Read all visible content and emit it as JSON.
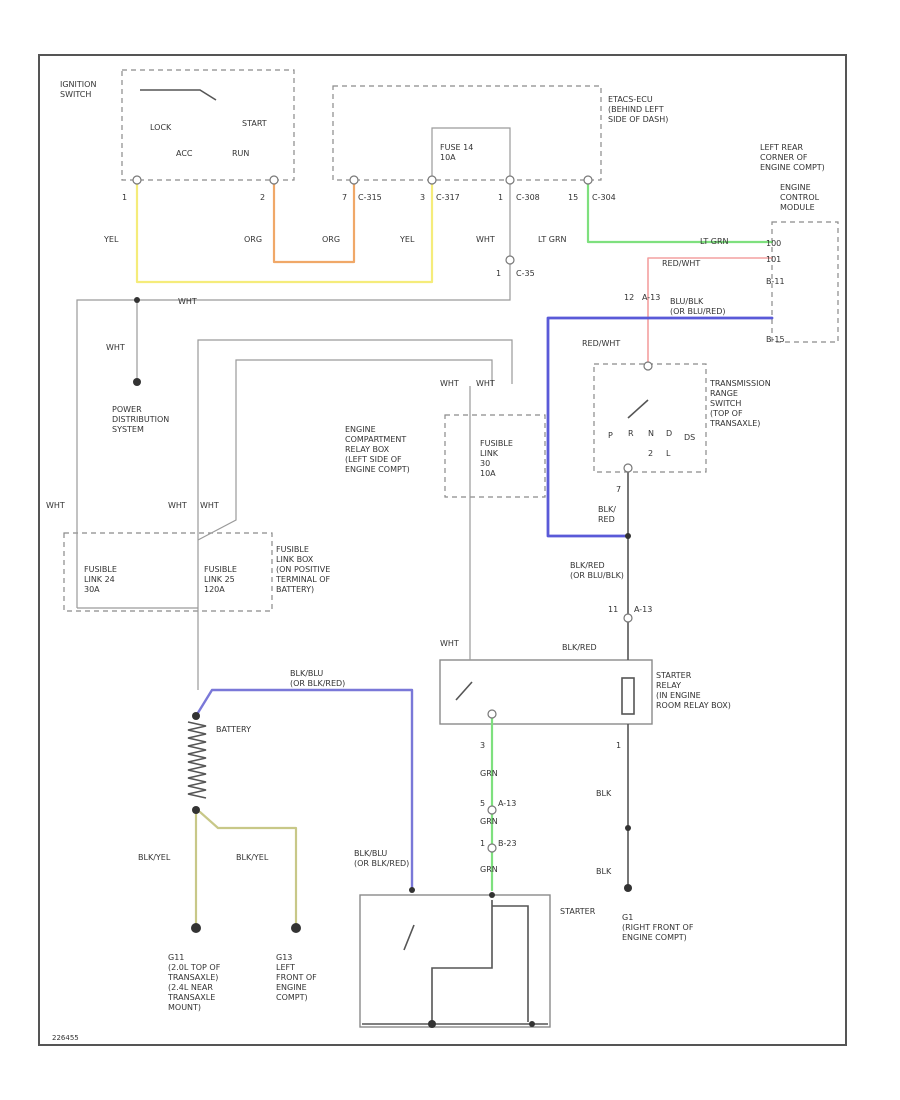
{
  "diagram": {
    "footer_code": "226455",
    "colors": {
      "yellow": "#f5ec7a",
      "orange": "#f0a868",
      "green": "#7ee07e",
      "red": "#f3a0a0",
      "blue": "#5a5ad8",
      "gray": "#a8a8a8",
      "olive": "#c8c888",
      "dark": "#555555"
    },
    "components": {
      "ignition_switch": [
        "IGNITION",
        "SWITCH"
      ],
      "ignition_positions": [
        "LOCK",
        "START",
        "ACC",
        "RUN"
      ],
      "etacs_ecu": [
        "ETACS-ECU",
        "(BEHIND LEFT",
        "SIDE OF DASH)"
      ],
      "fuse": [
        "FUSE 14",
        "10A"
      ],
      "ecm_location": [
        "LEFT REAR",
        "CORNER OF",
        "ENGINE COMPT)"
      ],
      "ecm": [
        "ENGINE",
        "CONTROL",
        "MODULE"
      ],
      "power_distribution": [
        "POWER",
        "DISTRIBUTION",
        "SYSTEM"
      ],
      "engine_relay_box": [
        "ENGINE",
        "COMPARTMENT",
        "RELAY BOX",
        "(LEFT SIDE OF",
        "ENGINE COMPT)"
      ],
      "fusible_link_30": [
        "FUSIBLE",
        "LINK",
        "30",
        "10A"
      ],
      "trs": [
        "TRANSMISSION",
        "RANGE",
        "SWITCH",
        "(TOP OF",
        "TRANSAXLE)"
      ],
      "trs_positions": [
        "P",
        "R",
        "N",
        "D",
        "2",
        "L",
        "DS"
      ],
      "fl_box": [
        "FUSIBLE",
        "LINK BOX",
        "(ON POSITIVE",
        "TERMINAL OF",
        "BATTERY)"
      ],
      "fl_24": [
        "FUSIBLE",
        "LINK 24",
        "30A"
      ],
      "fl_25": [
        "FUSIBLE",
        "LINK 25",
        "120A"
      ],
      "starter_relay": [
        "STARTER",
        "RELAY",
        "(IN ENGINE",
        "ROOM RELAY BOX)"
      ],
      "battery": "BATTERY",
      "starter": "STARTER",
      "ground_g11": [
        "G11",
        "(2.0L TOP OF",
        "TRANSAXLE)",
        "(2.4L NEAR",
        "TRANSAXLE",
        "MOUNT)"
      ],
      "ground_g13": [
        "G13",
        "LEFT",
        "FRONT OF",
        "ENGINE",
        "COMPT)"
      ],
      "ground_g1": [
        "G1",
        "(RIGHT FRONT OF",
        "ENGINE COMPT)"
      ]
    },
    "connectors": {
      "c1": "C-315",
      "c2": "C-317",
      "c3": "C-308",
      "c4": "C-304",
      "c5": "C-35",
      "c6": "A-13",
      "c7": "A-13",
      "c8": "A-13",
      "c9": "B-23",
      "pin1": "1",
      "pin2": "2",
      "pin7": "7",
      "pin3": "3",
      "pin1b": "1",
      "pin15": "15",
      "pin1c": "1",
      "pin12": "12",
      "pin7b": "7",
      "pin11": "11",
      "pin3b": "3",
      "pin1d": "1",
      "pin5": "5",
      "pin1e": "1",
      "ecm_pin1": "B-11",
      "ecm_pin2": "B-15",
      "ecm_n1": "100",
      "ecm_n2": "101"
    },
    "wire_labels": {
      "yel1": "YEL",
      "org1": "ORG",
      "org2": "ORG",
      "yel2": "YEL",
      "wht1": "WHT",
      "ltgrn1": "LT GRN",
      "ltgrn2": "LT GRN",
      "redwht1": "RED/WHT",
      "blublk": [
        "BLU/BLK",
        "(OR BLU/RED)"
      ],
      "redwht2": "RED/WHT",
      "wht2": "WHT",
      "wht3": "WHT",
      "wht4": "WHT",
      "wht5": "WHT",
      "wht6": "WHT",
      "wht7": "WHT",
      "wht8": "WHT",
      "blkred1": [
        "BLK/",
        "RED"
      ],
      "blkred2": [
        "BLK/RED",
        "(OR BLU/BLK)"
      ],
      "blkred3": "BLK/RED",
      "wht9": "WHT",
      "blublu": [
        "BLK/BLU",
        "(OR BLK/RED)"
      ],
      "grn1": "GRN",
      "grn2": "GRN",
      "grn3": "GRN",
      "blk1": "BLK",
      "blk2": "BLK",
      "blkyel1": "BLK/YEL",
      "blkyel2": "BLK/YEL",
      "blkblu2": [
        "BLK/BLU",
        "(OR BLK/RED)"
      ]
    }
  }
}
